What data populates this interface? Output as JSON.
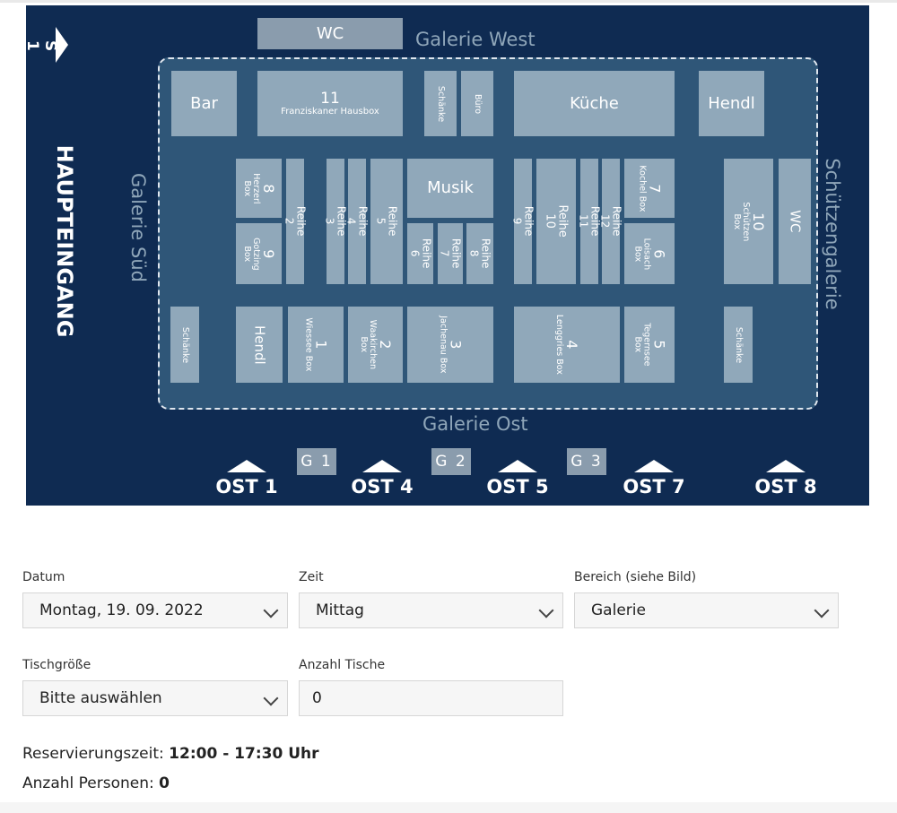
{
  "map": {
    "s1": "S 1",
    "main_entrance": "HAUPTEINGANG",
    "wc_top": "WC",
    "galleries": {
      "west": "Galerie West",
      "south": "Galerie Süd",
      "east": "Galerie Ost",
      "shooters": "Schützengalerie"
    },
    "boxes": {
      "bar": "Bar",
      "franz_num": "11",
      "franz_name": "Franziskaner Hausbox",
      "schaenke_top": "Schänke",
      "buero": "Büro",
      "kueche": "Küche",
      "hendl_right": "Hendl",
      "herzerl_num": "8",
      "herzerl_name": "Herzerl Box",
      "gotzing_num": "9",
      "gotzing_name": "Gotzing Box",
      "reihe2": "Reihe 2",
      "reihe3": "Reihe 3",
      "reihe4": "Reihe 4",
      "reihe5": "Reihe 5",
      "musik": "Musik",
      "reihe6": "Reihe 6",
      "reihe7": "Reihe 7",
      "reihe8": "Reihe 8",
      "reihe9": "Reihe 9",
      "reihe10": "Reihe 10",
      "reihe11": "Reihe 11",
      "reihe12": "Reihe 12",
      "kochel_num": "7",
      "kochel_name": "Kochel Box",
      "loisach_num": "6",
      "loisach_name": "Loisach Box",
      "schuetzen_num": "10",
      "schuetzen_name": "Schützen Box",
      "wc_right": "WC",
      "schaenke_left": "Schänke",
      "hendl_left": "Hendl",
      "wiessee_num": "1",
      "wiessee_name": "Wiessee Box",
      "waakirchen_num": "2",
      "waakirchen_name": "Waakirchen Box",
      "jachenau_num": "3",
      "jachenau_name": "Jachenau Box",
      "lenggries_num": "4",
      "lenggries_name": "Lenggries Box",
      "tegernsee_num": "5",
      "tegernsee_name": "Tegernsee Box",
      "schaenke_right": "Schänke"
    },
    "gates": [
      "G 1",
      "G 2",
      "G 3"
    ],
    "exits": [
      "OST 1",
      "OST 4",
      "OST 5",
      "OST 7",
      "OST 8"
    ]
  },
  "form": {
    "datum": {
      "label": "Datum",
      "value": "Montag, 19. 09. 2022"
    },
    "zeit": {
      "label": "Zeit",
      "value": "Mittag"
    },
    "bereich": {
      "label": "Bereich (siehe Bild)",
      "value": "Galerie"
    },
    "tischgroesse": {
      "label": "Tischgröße",
      "value": "Bitte auswählen"
    },
    "anzahl_tische": {
      "label": "Anzahl Tische",
      "value": "0"
    }
  },
  "info": {
    "reservation_label": "Reservierungszeit:",
    "reservation_value": "12:00 - 17:30 Uhr",
    "persons_label": "Anzahl Personen:",
    "persons_value": "0"
  }
}
